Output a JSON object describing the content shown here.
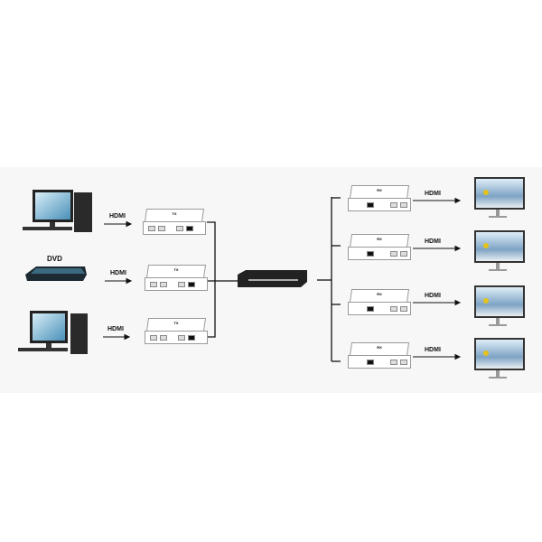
{
  "labels": {
    "hdmi": "HDMI",
    "dvd": "DVD",
    "tx": "TX",
    "rx": "RX"
  },
  "sources": [
    {
      "type": "pc"
    },
    {
      "type": "dvd"
    },
    {
      "type": "pc"
    }
  ],
  "sinks": 4
}
